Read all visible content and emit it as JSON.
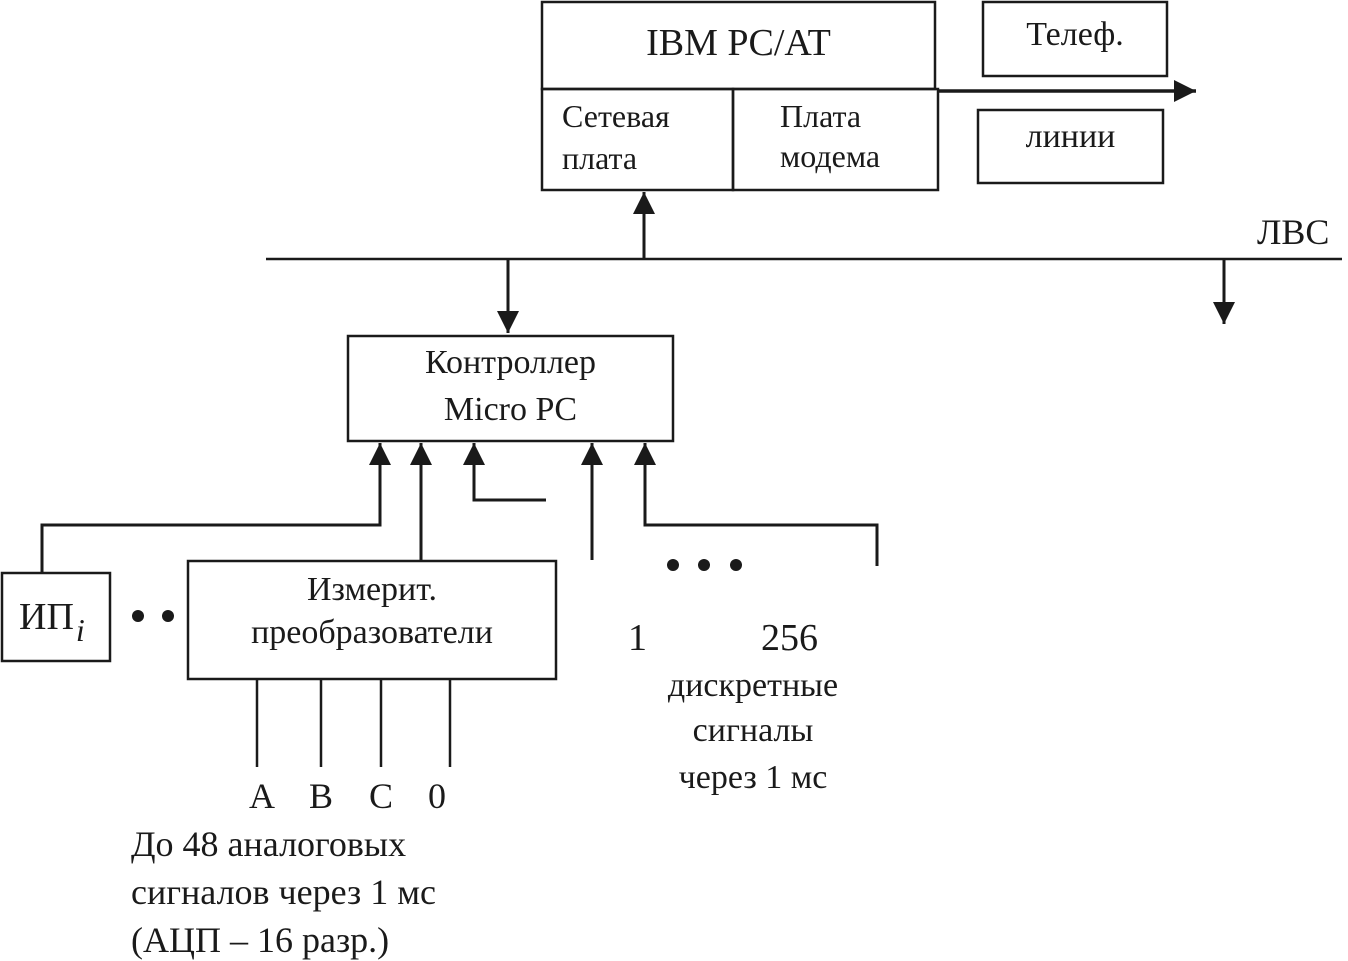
{
  "pc": {
    "title": "IBM PC/AT",
    "network_card": [
      "Сетевая",
      "плата"
    ],
    "modem_card": [
      "Плата",
      "модема"
    ]
  },
  "phone": {
    "line1": "Телеф.",
    "line2": "линии"
  },
  "lan_label": "ЛВС",
  "controller": [
    "Контроллер",
    "Micro PC"
  ],
  "ip": {
    "base": "ИП",
    "sub": "i"
  },
  "converters": [
    "Измерит.",
    "преобразователи"
  ],
  "analog_inputs": [
    "A",
    "B",
    "C",
    "0"
  ],
  "analog_note": [
    "До 48 аналоговых",
    "сигналов через 1 мс",
    "(АЦП – 16 разр.)"
  ],
  "discrete": {
    "first": "1",
    "last": "256",
    "note": [
      "дискретные",
      "сигналы",
      "через 1 мс"
    ]
  }
}
